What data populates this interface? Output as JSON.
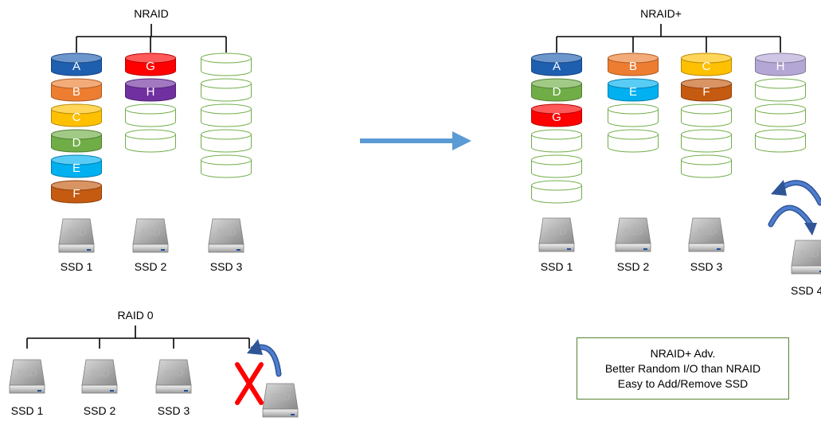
{
  "titles": {
    "nraid": "NRAID",
    "nraid_plus": "NRAID+",
    "raid0": "RAID 0"
  },
  "ssd_labels": {
    "ssd1": "SSD 1",
    "ssd2": "SSD 2",
    "ssd3": "SSD 3",
    "ssd4": "SSD 4",
    "ssd_icon_text": "SSD"
  },
  "colors": {
    "A": "#1f5fb0",
    "B": "#ed7d31",
    "C": "#ffc000",
    "D": "#70ad47",
    "E": "#00b0f0",
    "F": "#c55a11",
    "G": "#ff0000",
    "H_nraid": "#7030a0",
    "H_plus": "#b4a7d6",
    "empty_stroke": "#70ad47",
    "arrow": "#5b9bd5",
    "curved_arrow": "#2f5597",
    "x_mark": "#ff0000"
  },
  "nraid_columns": [
    [
      "A",
      "B",
      "C",
      "D",
      "E",
      "F"
    ],
    [
      "G",
      "H",
      "",
      ""
    ],
    [
      "",
      "",
      "",
      "",
      ""
    ]
  ],
  "nraid_plus_columns": [
    [
      "A",
      "D",
      "G",
      "",
      "",
      ""
    ],
    [
      "B",
      "E",
      "",
      ""
    ],
    [
      "C",
      "F",
      "",
      "",
      ""
    ],
    [
      "H",
      "",
      "",
      ""
    ]
  ],
  "advantages": {
    "title": "NRAID+ Adv.",
    "line1": "Better Random I/O than NRAID",
    "line2": "Easy to Add/Remove SSD"
  }
}
